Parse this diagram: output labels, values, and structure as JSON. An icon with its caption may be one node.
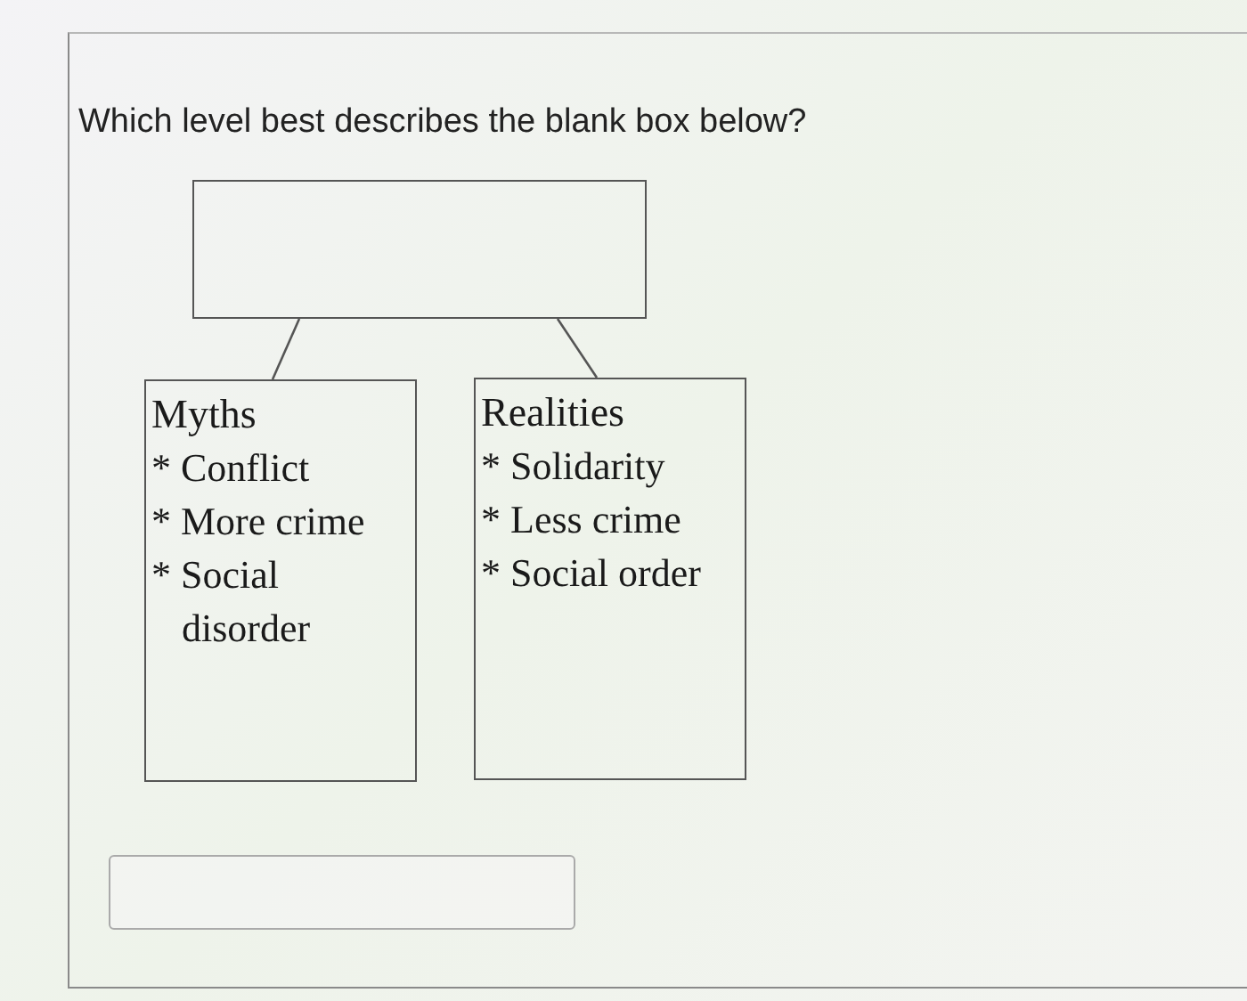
{
  "diagram": {
    "title": "Which level best describes the blank box below?",
    "nodes": [
      {
        "text": [],
        "shape": "box"
      },
      {
        "text": [
          "Myths",
          "* Conflict",
          "* More crime",
          "* Social disorder"
        ]
      },
      {
        "text": [
          "Realities",
          "* Solidarity",
          "* Less crime",
          "* Social order"
        ]
      }
    ],
    "edges": [
      {
        "from": 0,
        "to": 1,
        "arrow": "none"
      },
      {
        "from": 0,
        "to": 2,
        "arrow": "none"
      }
    ]
  }
}
